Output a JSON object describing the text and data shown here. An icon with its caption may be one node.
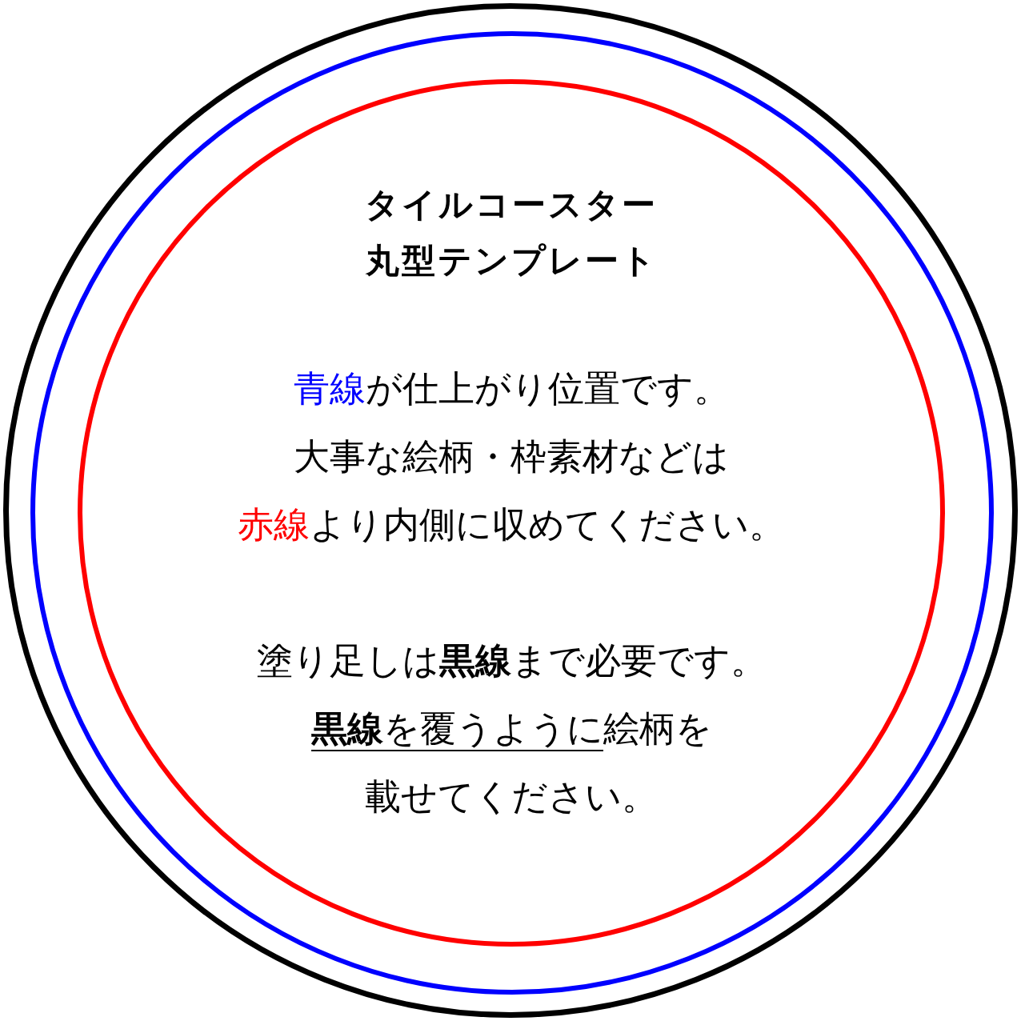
{
  "diagram": {
    "nodes": [
      {
        "text": [],
        "shape": "circle"
      },
      {
        "text": [],
        "shape": "circle",
        "in": 0
      },
      {
        "text": [
          "タイルコースター丸型テンプレート",
          "**青線**が仕上がり位置です。大事な絵柄・枠素材などは**赤線**より内側に収めてください。",
          "塗り足しは**黒線**まで必要です。**黒線**を覆うように絵柄を載せてください。"
        ],
        "in": 1
      }
    ]
  }
}
